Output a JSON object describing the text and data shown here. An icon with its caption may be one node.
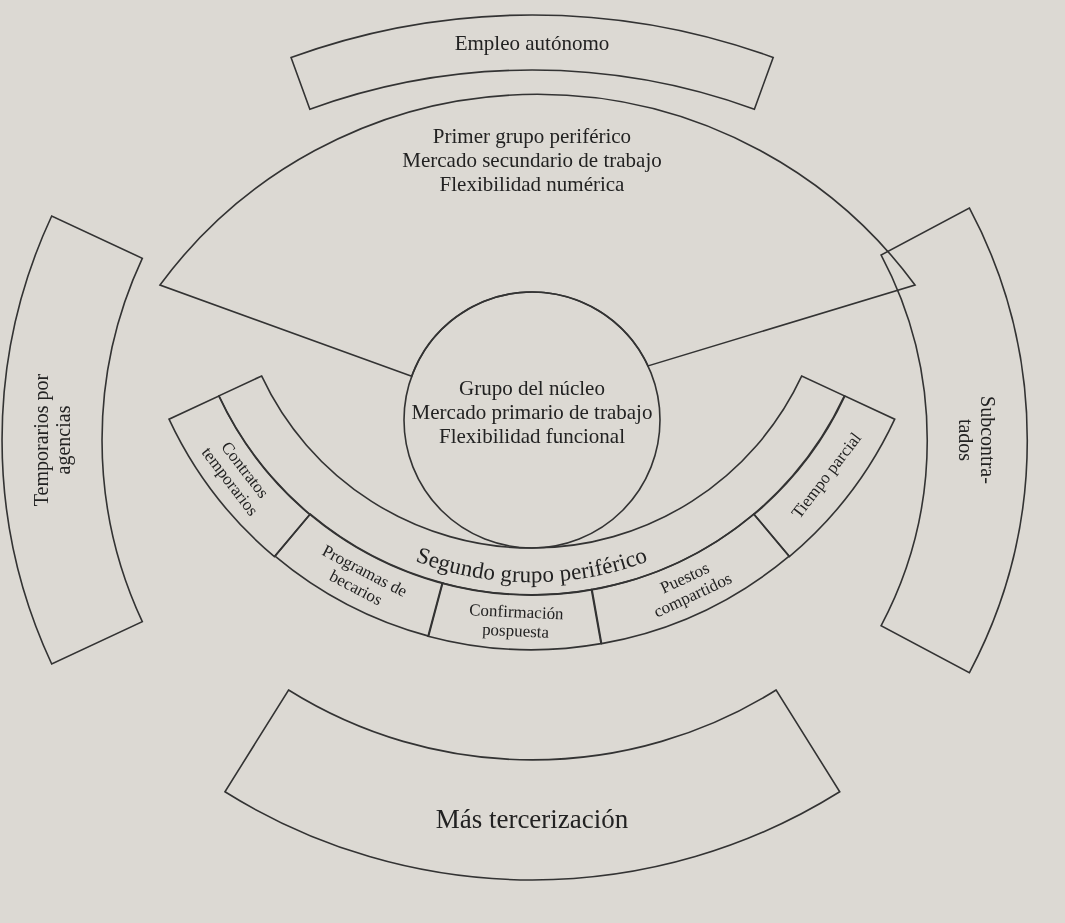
{
  "diagram": {
    "nodes": [
      {
        "text": [
          "Empleo autónomo"
        ]
      },
      {
        "text": [
          "Primer grupo periférico",
          "Mercado secundario de trabajo",
          "Flexibilidad numérica"
        ]
      },
      {
        "text": [
          "Temporarios por agencias"
        ]
      },
      {
        "text": [
          "Grupo del núcleo",
          "Mercado primario de trabajo",
          "Flexibilidad funcional"
        ]
      },
      {
        "text": [
          "Subcontra-tados"
        ]
      },
      {
        "text": [
          "Segundo grupo periférico"
        ]
      },
      {
        "text": [
          "Contratos temporarios"
        ]
      },
      {
        "text": [
          "Programas de becarios"
        ]
      },
      {
        "text": [
          "Confirmación pospuesta"
        ]
      },
      {
        "text": [
          "Puestos compartidos"
        ]
      },
      {
        "text": [
          "Tiempo parcial"
        ]
      },
      {
        "text": [
          "Más tercerización"
        ]
      }
    ],
    "edges": []
  }
}
